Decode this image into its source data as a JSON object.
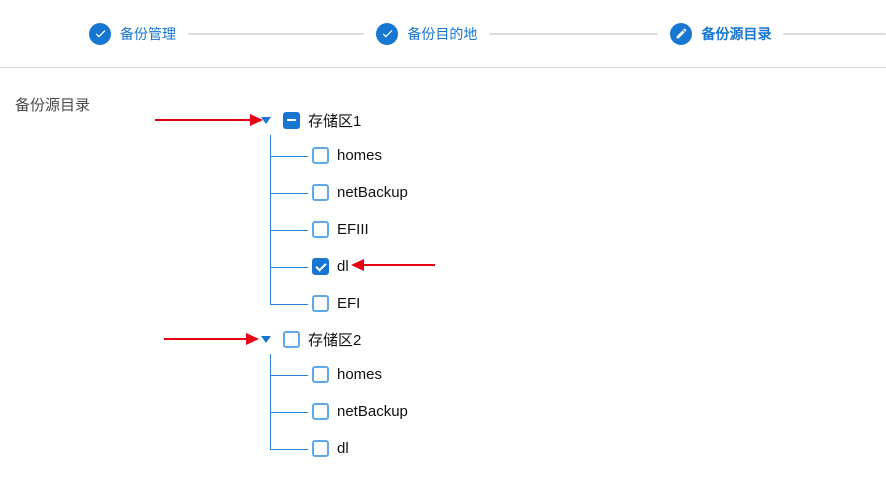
{
  "stepper": {
    "steps": [
      {
        "label": "备份管理",
        "icon": "check",
        "state": "completed"
      },
      {
        "label": "备份目的地",
        "icon": "check",
        "state": "completed"
      },
      {
        "label": "备份源目录",
        "icon": "pencil",
        "state": "current"
      }
    ]
  },
  "content": {
    "section_label": "备份源目录"
  },
  "tree": {
    "nodes": [
      {
        "label": "存储区1",
        "checkbox": "indeterminate",
        "expanded": true,
        "children": [
          {
            "label": "homes",
            "checkbox": "unchecked"
          },
          {
            "label": "netBackup",
            "checkbox": "unchecked"
          },
          {
            "label": "EFIII",
            "checkbox": "unchecked"
          },
          {
            "label": "dl",
            "checkbox": "checked"
          },
          {
            "label": "EFI",
            "checkbox": "unchecked"
          }
        ]
      },
      {
        "label": "存储区2",
        "checkbox": "unchecked",
        "expanded": true,
        "children": [
          {
            "label": "homes",
            "checkbox": "unchecked"
          },
          {
            "label": "netBackup",
            "checkbox": "unchecked"
          },
          {
            "label": "dl",
            "checkbox": "unchecked"
          }
        ]
      }
    ]
  },
  "annotations": {
    "arrows": [
      {
        "id": "arrow-1",
        "direction": "right",
        "points_to": "expander of 存储区1"
      },
      {
        "id": "arrow-2",
        "direction": "left",
        "points_to": "checked checkbox of dl in 存储区1"
      },
      {
        "id": "arrow-3",
        "direction": "right",
        "points_to": "expander of 存储区2"
      }
    ]
  },
  "colors": {
    "accent": "#1776d2",
    "tree_line": "#2e82d4",
    "checkbox_border": "#5fa8ea",
    "arrow_red": "#e60012",
    "step_connector": "#dcdcdc",
    "divider": "#d6d6d6",
    "text_primary": "#111111",
    "text_secondary": "#4a4a4a"
  }
}
